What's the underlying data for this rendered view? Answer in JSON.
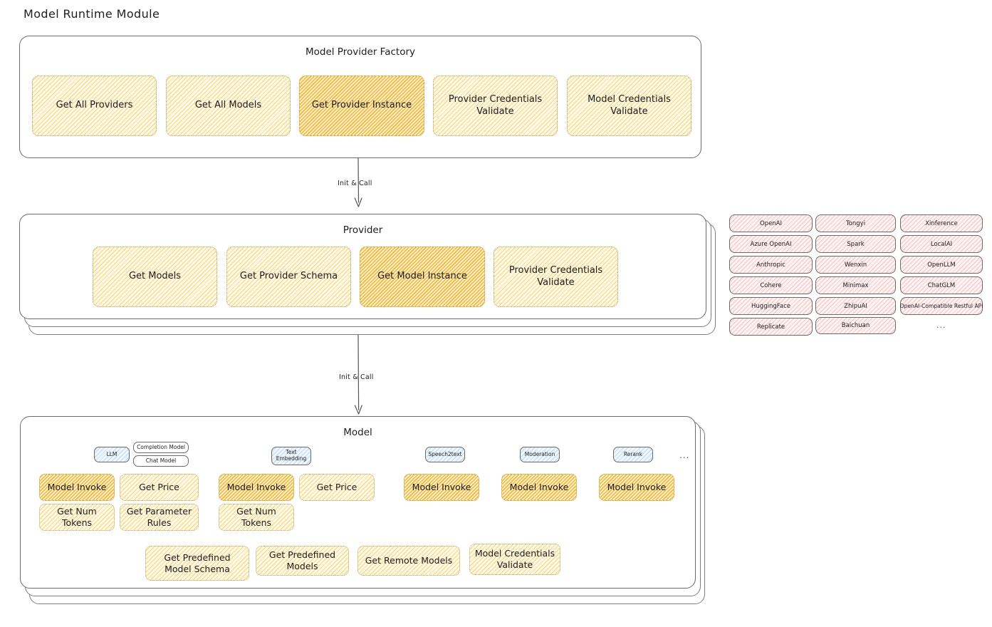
{
  "page": {
    "title": "Model Runtime Module"
  },
  "factory": {
    "title": "Model Provider Factory",
    "nodes": [
      {
        "label": "Get All Providers",
        "highlight": false
      },
      {
        "label": "Get All Models",
        "highlight": false
      },
      {
        "label": "Get Provider Instance",
        "highlight": true
      },
      {
        "label": "Provider Credentials Validate",
        "highlight": false
      },
      {
        "label": "Model Credentials Validate",
        "highlight": false
      }
    ]
  },
  "arrows": [
    {
      "label": "Init & Call"
    },
    {
      "label": "Init & Call"
    }
  ],
  "provider": {
    "title": "Provider",
    "nodes": [
      {
        "label": "Get Models",
        "highlight": false
      },
      {
        "label": "Get Provider Schema",
        "highlight": false
      },
      {
        "label": "Get Model Instance",
        "highlight": true
      },
      {
        "label": "Provider Credentials Validate",
        "highlight": false
      }
    ]
  },
  "provider_list": {
    "columns": [
      {
        "items": [
          "OpenAI",
          "Azure OpenAI",
          "Anthropic",
          "Cohere",
          "HuggingFace",
          "Replicate"
        ]
      },
      {
        "items": [
          "Tongyi",
          "Spark",
          "Wenxin",
          "Minimax",
          "ZhipuAI",
          "Baichuan"
        ]
      },
      {
        "items": [
          "Xinference",
          "LocalAI",
          "OpenLLM",
          "ChatGLM",
          "OpenAI-Compatible Restful API"
        ]
      }
    ],
    "more": "..."
  },
  "model": {
    "title": "Model",
    "more": "...",
    "types": [
      {
        "badge": "LLM",
        "sub_badges": [
          "Completion Model",
          "Chat Model"
        ],
        "methods": [
          {
            "label": "Model Invoke",
            "highlight": true
          },
          {
            "label": "Get Price",
            "highlight": false
          },
          {
            "label": "Get Num Tokens",
            "highlight": false
          },
          {
            "label": "Get Parameter Rules",
            "highlight": false
          }
        ]
      },
      {
        "badge": "Text Embedding",
        "sub_badges": [],
        "methods": [
          {
            "label": "Model Invoke",
            "highlight": true
          },
          {
            "label": "Get Price",
            "highlight": false
          },
          {
            "label": "Get Num Tokens",
            "highlight": false
          }
        ]
      },
      {
        "badge": "Speech2text",
        "sub_badges": [],
        "methods": [
          {
            "label": "Model Invoke",
            "highlight": true
          }
        ]
      },
      {
        "badge": "Moderation",
        "sub_badges": [],
        "methods": [
          {
            "label": "Model Invoke",
            "highlight": true
          }
        ]
      },
      {
        "badge": "Rerank",
        "sub_badges": [],
        "methods": [
          {
            "label": "Model Invoke",
            "highlight": true
          }
        ]
      }
    ],
    "common_methods": [
      {
        "label": "Get Predefined Model Schema",
        "highlight": false
      },
      {
        "label": "Get Predefined Models",
        "highlight": false
      },
      {
        "label": "Get Remote Models",
        "highlight": false
      },
      {
        "label": "Model Credentials Validate",
        "highlight": false
      }
    ]
  },
  "colors": {
    "node_light": "#fdf8e3",
    "node_strong": "#fbeec3",
    "provider_chip": "#fdf1f1",
    "badge_blue": "#eef6fb",
    "stroke": "#6a6a6a",
    "text": "#1e1e1e"
  }
}
